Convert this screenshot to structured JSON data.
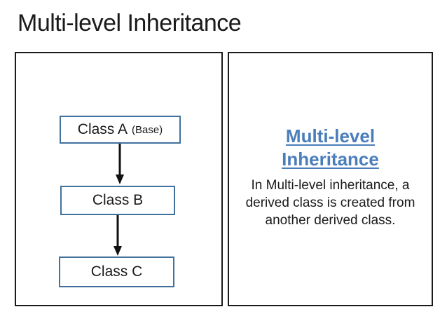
{
  "slide_title": "Multi-level Inheritance",
  "diagram_panel": {
    "nodes": [
      {
        "label": "Class A",
        "sublabel": "(Base)"
      },
      {
        "label": "Class B"
      },
      {
        "label": "Class C"
      }
    ],
    "connectors": [
      "A-to-B",
      "B-to-C"
    ]
  },
  "info_panel": {
    "heading_lines": [
      "Multi-level",
      "Inheritance"
    ],
    "body_lines": [
      "In Multi-level inheritance, a",
      "derived class is created from",
      "another derived class."
    ]
  },
  "colors": {
    "node_border": "#41719C",
    "heading_text": "#4A7EBB",
    "body_text": "#1a1a1a",
    "panel_border": "#1a1a1a",
    "arrow": "#111111"
  }
}
